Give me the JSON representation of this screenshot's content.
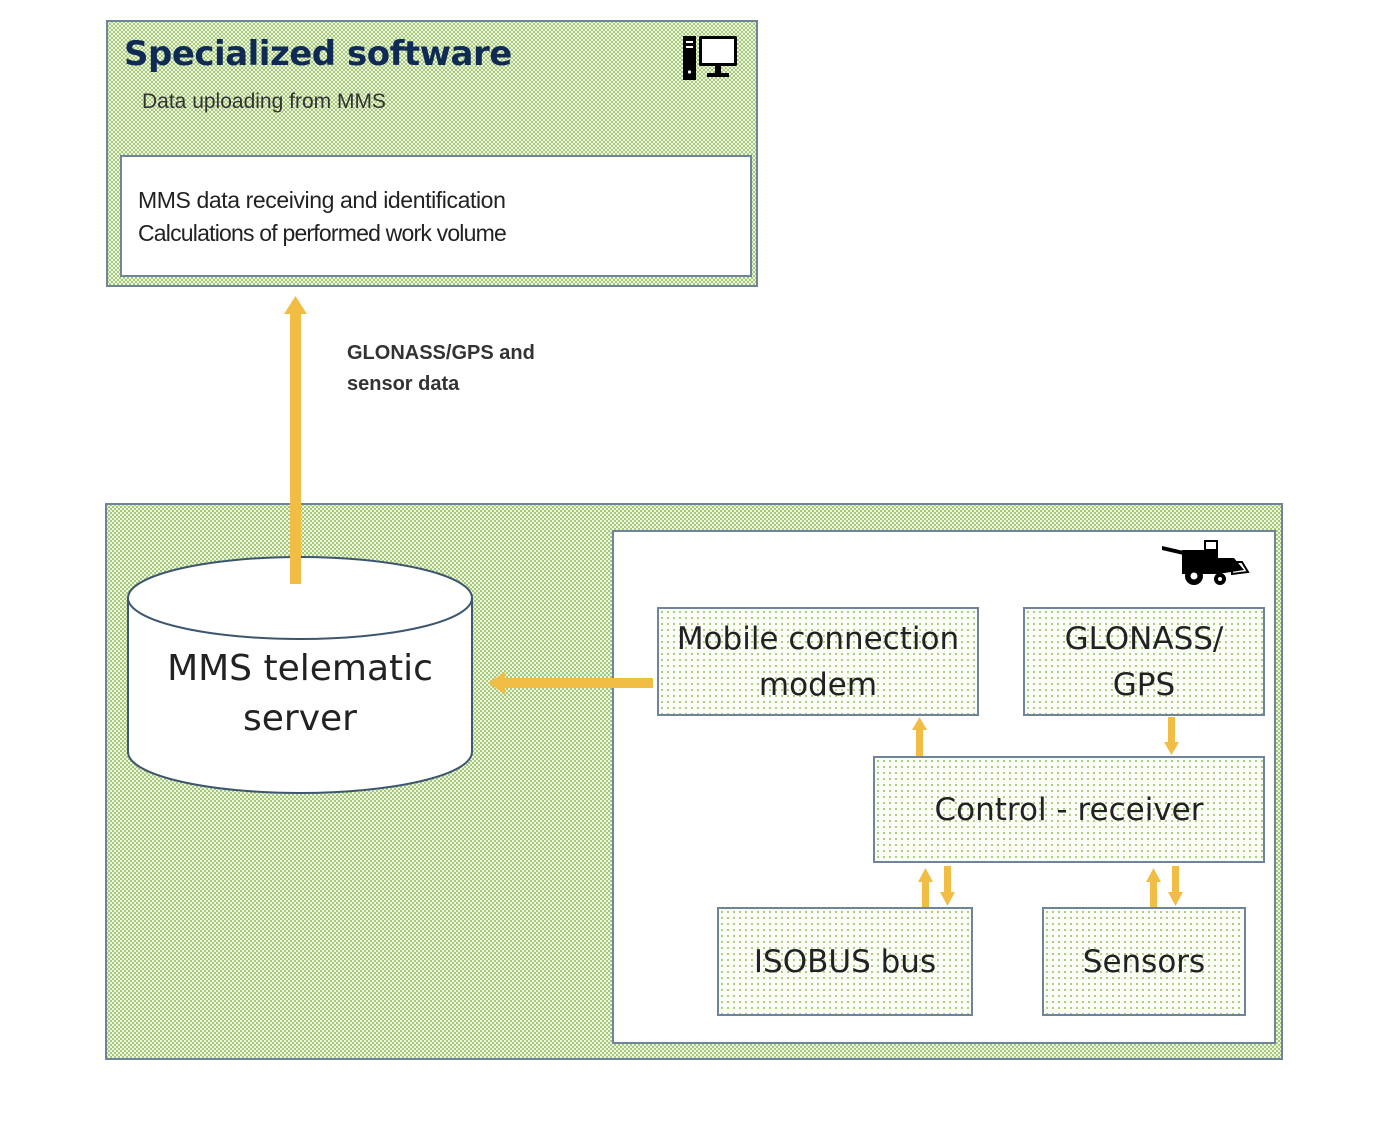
{
  "software": {
    "title": "Specialized software",
    "subtitle": "Data uploading from MMS",
    "line1": "MMS data receiving and identification",
    "line2": "Calculations of performed work volume",
    "icon": "computer-icon"
  },
  "link": {
    "line1": "GLONASS/GPS and",
    "line2": "sensor data"
  },
  "server": {
    "line1": "MMS telematic",
    "line2": "server"
  },
  "machine": {
    "icon": "harvester-icon",
    "modem": {
      "line1": "Mobile connection",
      "line2": "modem"
    },
    "gps": {
      "line1": "GLONASS/",
      "line2": "GPS"
    },
    "control": "Control - receiver",
    "isobus": "ISOBUS bus",
    "sensors": "Sensors"
  },
  "colors": {
    "arrow": "#f2bd45",
    "border": "#6f8498",
    "title": "#0f2a55",
    "hatch": "#8cb950"
  }
}
